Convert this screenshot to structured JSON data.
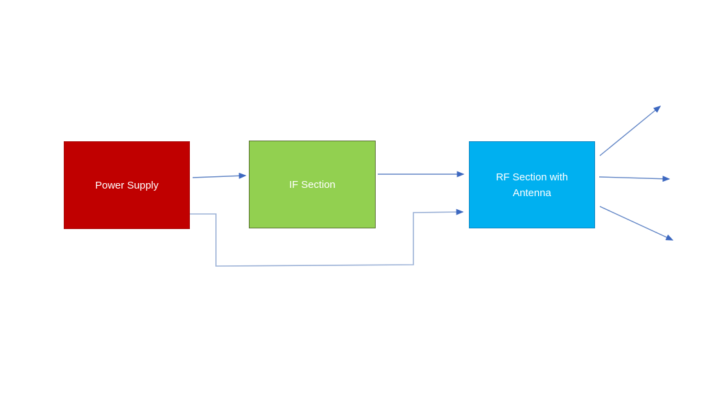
{
  "diagram": {
    "type": "block-diagram",
    "background": "#FFFFFF",
    "nodes": [
      {
        "id": "power-supply",
        "label": "Power Supply",
        "fill": "#C00000",
        "border": "#A80E0E",
        "text_color": "#FFFFFF"
      },
      {
        "id": "if-section",
        "label": "IF Section",
        "fill": "#92D050",
        "border": "#5A7134",
        "text_color": "#FFFFFF"
      },
      {
        "id": "rf-section",
        "label": "RF Section with Antenna",
        "fill": "#00B0F0",
        "border": "#0E85C2",
        "text_color": "#FFFFFF"
      }
    ],
    "edges": [
      {
        "from": "power-supply",
        "to": "if-section",
        "style": "straight-arrow"
      },
      {
        "from": "if-section",
        "to": "rf-section",
        "style": "straight-arrow"
      },
      {
        "from": "power-supply",
        "to": "rf-section",
        "style": "elbow-arrow"
      },
      {
        "from": "rf-section",
        "to": "output-top",
        "style": "straight-arrow"
      },
      {
        "from": "rf-section",
        "to": "output-middle",
        "style": "straight-arrow"
      },
      {
        "from": "rf-section",
        "to": "output-bottom",
        "style": "straight-arrow"
      }
    ],
    "colors": {
      "arrow_stroke": "#6286C6",
      "elbow_stroke": "#9AB0D6",
      "arrowhead_fill": "#3D68C0"
    }
  }
}
